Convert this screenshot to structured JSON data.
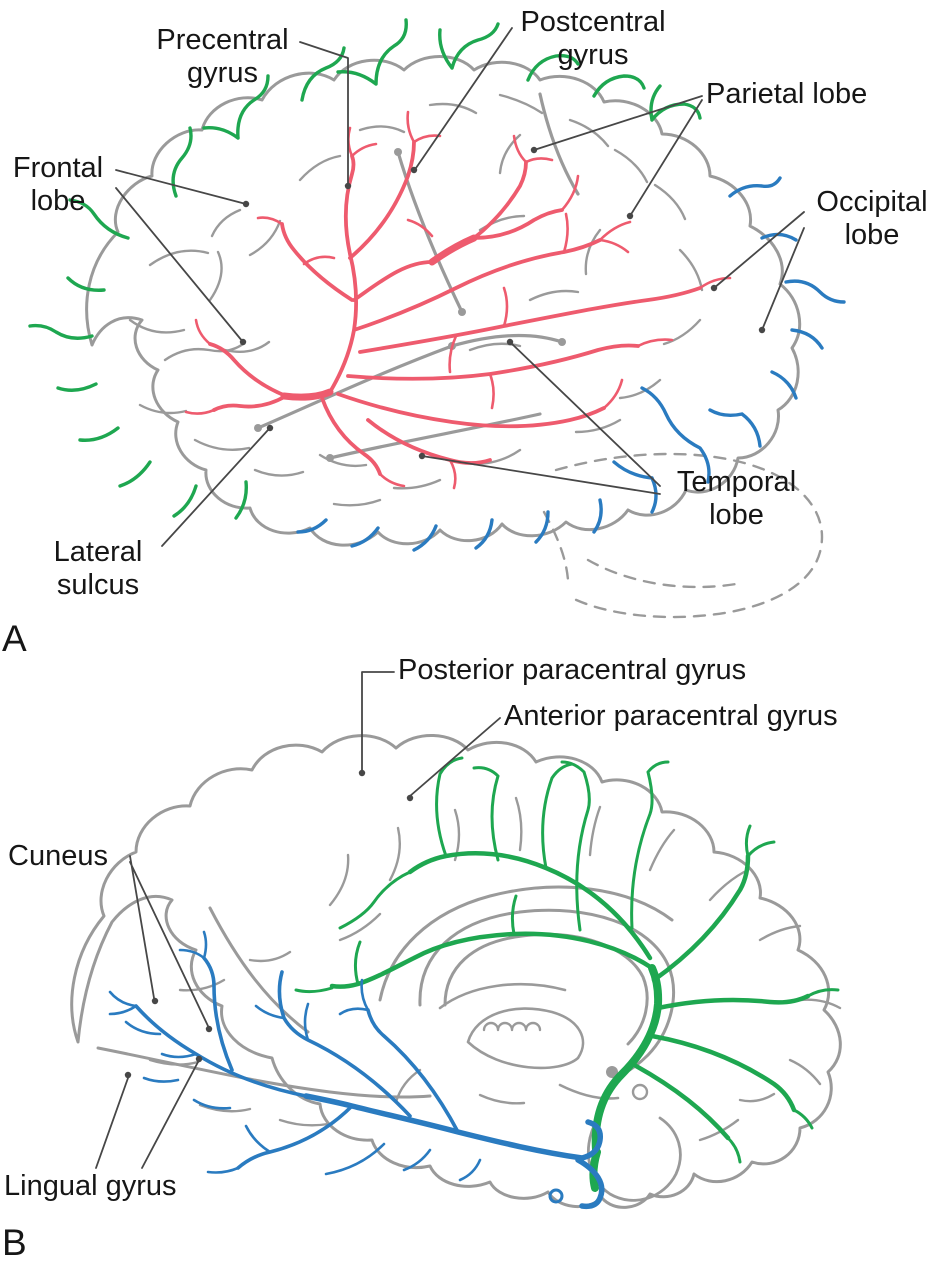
{
  "figure": {
    "colors": {
      "anterior_cerebral_artery_green": "#1ea750",
      "middle_cerebral_artery_red": "#ee5b6e",
      "posterior_cerebral_artery_blue": "#2a7bc0",
      "brain_outline_gray": "#9a9a9a",
      "leader_line_dark": "#474747"
    },
    "panel_a": {
      "panel_letter": "A",
      "labels": {
        "precentral_gyrus": "Precentral\ngyrus",
        "postcentral_gyrus": "Postcentral\ngyrus",
        "parietal_lobe": "Parietal lobe",
        "frontal_lobe": "Frontal\nlobe",
        "occipital_lobe": "Occipital\nlobe",
        "temporal_lobe": "Temporal\nlobe",
        "lateral_sulcus": "Lateral\nsulcus"
      }
    },
    "panel_b": {
      "panel_letter": "B",
      "labels": {
        "posterior_paracentral_gyrus": "Posterior paracentral gyrus",
        "anterior_paracentral_gyrus": "Anterior paracentral gyrus",
        "cuneus": "Cuneus",
        "lingual_gyrus": "Lingual gyrus"
      }
    }
  }
}
